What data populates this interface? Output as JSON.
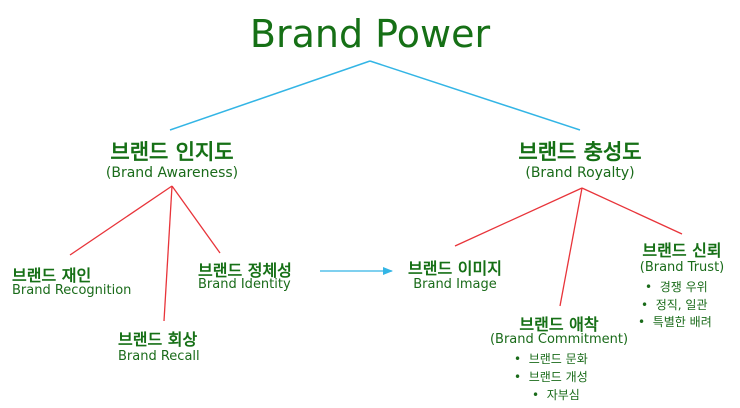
{
  "title": "Brand Power",
  "awareness": {
    "heading": "브랜드 인지도",
    "sub": "(Brand Awareness)",
    "items": {
      "recognition": {
        "ko": "브랜드 재인",
        "en": "Brand Recognition"
      },
      "recall": {
        "ko": "브랜드 회상",
        "en": "Brand Recall"
      },
      "identity": {
        "ko": "브랜드 정체성",
        "en": "Brand Identity"
      }
    }
  },
  "image": {
    "ko": "브랜드 이미지",
    "en": "Brand Image"
  },
  "royalty": {
    "heading": "브랜드 충성도",
    "sub": "(Brand Royalty)",
    "commitment": {
      "ko": "브랜드 애착",
      "en": "(Brand Commitment)",
      "bullets": [
        "브랜드 문화",
        "브랜드 개성",
        "자부심"
      ]
    },
    "trust": {
      "ko": "브랜드 신뢰",
      "en": "(Brand Trust)",
      "bullets": [
        "경쟁 우위",
        "정직, 일관",
        "특별한 배려"
      ]
    }
  },
  "colors": {
    "text": "#167016",
    "blue_line": "#33b5e5",
    "red_line": "#e8343a"
  }
}
